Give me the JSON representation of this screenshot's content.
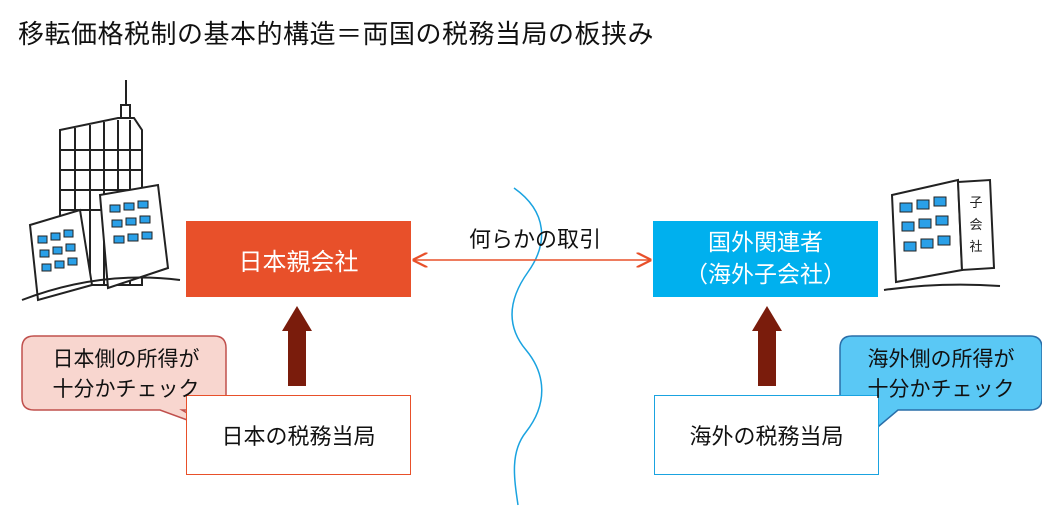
{
  "title": "移転価格税制の基本的構造＝両国の税務当局の板挟み",
  "transaction_label": "何らかの取引",
  "parent_company": {
    "label": "日本親会社"
  },
  "foreign_related": {
    "line1": "国外関連者",
    "line2": "（海外子会社）"
  },
  "japan_authority": {
    "label": "日本の税務当局"
  },
  "foreign_authority": {
    "label": "海外の税務当局"
  },
  "callout_japan": {
    "line1": "日本側の所得が",
    "line2": "十分かチェック"
  },
  "callout_foreign": {
    "line1": "海外側の所得が",
    "line2": "十分かチェック"
  },
  "foreign_building_sign": [
    "子",
    "会",
    "社"
  ],
  "colors": {
    "parent_box": "#e8502a",
    "foreign_box": "#00b0ee",
    "up_arrow": "#7a1c0c",
    "callout_japan_fill": "#f8d6cf",
    "callout_foreign_fill": "#5ac8f5",
    "divider": "#1aa3e0"
  }
}
